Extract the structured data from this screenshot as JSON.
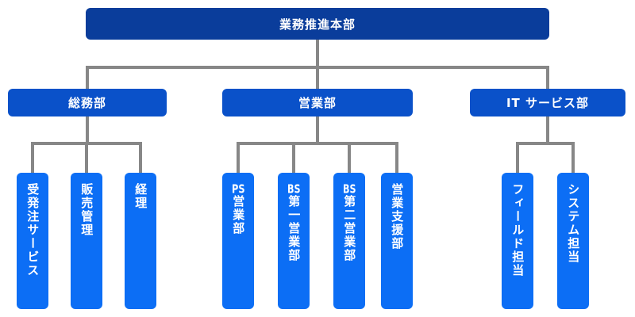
{
  "org": {
    "root": "業務推進本部",
    "departments": [
      {
        "name": "総務部",
        "teams": [
          {
            "prefix": "",
            "name": "受発注サービス"
          },
          {
            "prefix": "",
            "name": "販売管理"
          },
          {
            "prefix": "",
            "name": "経理"
          }
        ]
      },
      {
        "name": "営業部",
        "teams": [
          {
            "prefix": "PS",
            "name": "営業部"
          },
          {
            "prefix": "BS",
            "name": "第一営業部"
          },
          {
            "prefix": "BS",
            "name": "第二営業部"
          },
          {
            "prefix": "",
            "name": "営業支援部"
          }
        ]
      },
      {
        "name": "IT サービス部",
        "teams": [
          {
            "prefix": "",
            "name": "フィールド担当"
          },
          {
            "prefix": "",
            "name": "システム担当"
          }
        ]
      }
    ]
  },
  "colors": {
    "root_box": "#0a3d9b",
    "dept_box": "#0a51c9",
    "team_box": "#0c6ef5",
    "connector": "#878787",
    "text": "#ffffff"
  }
}
